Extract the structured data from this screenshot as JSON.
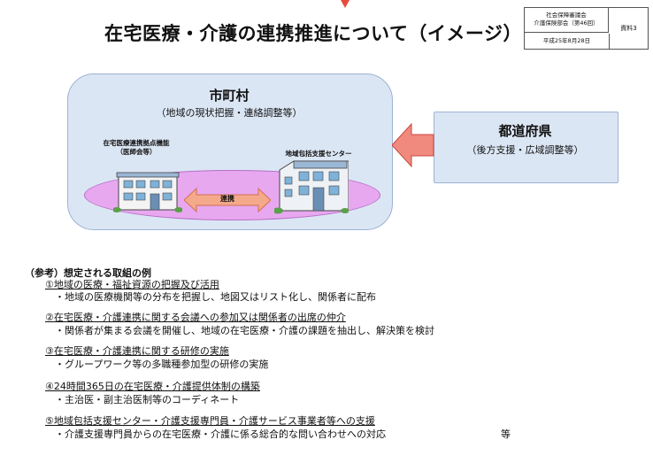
{
  "title": "在宅医療・介護の連携推進について（イメージ）",
  "stamp": {
    "line1": "社会保障審議会",
    "line2": "介護保険部会（第46回）",
    "date": "平成25年8月28日",
    "doc_no": "資料3"
  },
  "diagram": {
    "municipality": {
      "title": "市町村",
      "subtitle": "（地域の現状把握・連絡調整等）"
    },
    "prefecture": {
      "title": "都道府県",
      "subtitle": "（後方支援・広域調整等）"
    },
    "hub": {
      "line1": "在宅医療連携拠点機能",
      "line2": "（医師会等）"
    },
    "center": {
      "label": "地域包括支援センター"
    },
    "link_label": "連携"
  },
  "reference": {
    "heading": "（参考）想定される取組の例",
    "items": [
      {
        "heading": "①地域の医療・福祉資源の把握及び活用",
        "detail": "・地域の医療機関等の分布を把握し、地図又はリスト化し、関係者に配布"
      },
      {
        "heading": "②在宅医療・介護連携に関する会議への参加又は関係者の出席の仲介",
        "detail": "・関係者が集まる会議を開催し、地域の在宅医療・介護の課題を抽出し、解決策を検討"
      },
      {
        "heading": "③在宅医療・介護連携に関する研修の実施",
        "detail": "・グループワーク等の多職種参加型の研修の実施"
      },
      {
        "heading": "④24時間365日の在宅医療・介護提供体制の構築",
        "detail": "・主治医・副主治医制等のコーディネート"
      },
      {
        "heading": "⑤地域包括支援センター・介護支援専門員・介護サービス事業者等への支援",
        "detail": "・介護支援専門員からの在宅医療・介護に係る総合的な問い合わせへの対応"
      }
    ],
    "etc": "等"
  },
  "colors": {
    "panel_fill": "#dbe6f4",
    "ellipse_fill": "#e8a8f0",
    "arrow_red": "#e4514b",
    "link_arrow": "#f0a07a"
  }
}
